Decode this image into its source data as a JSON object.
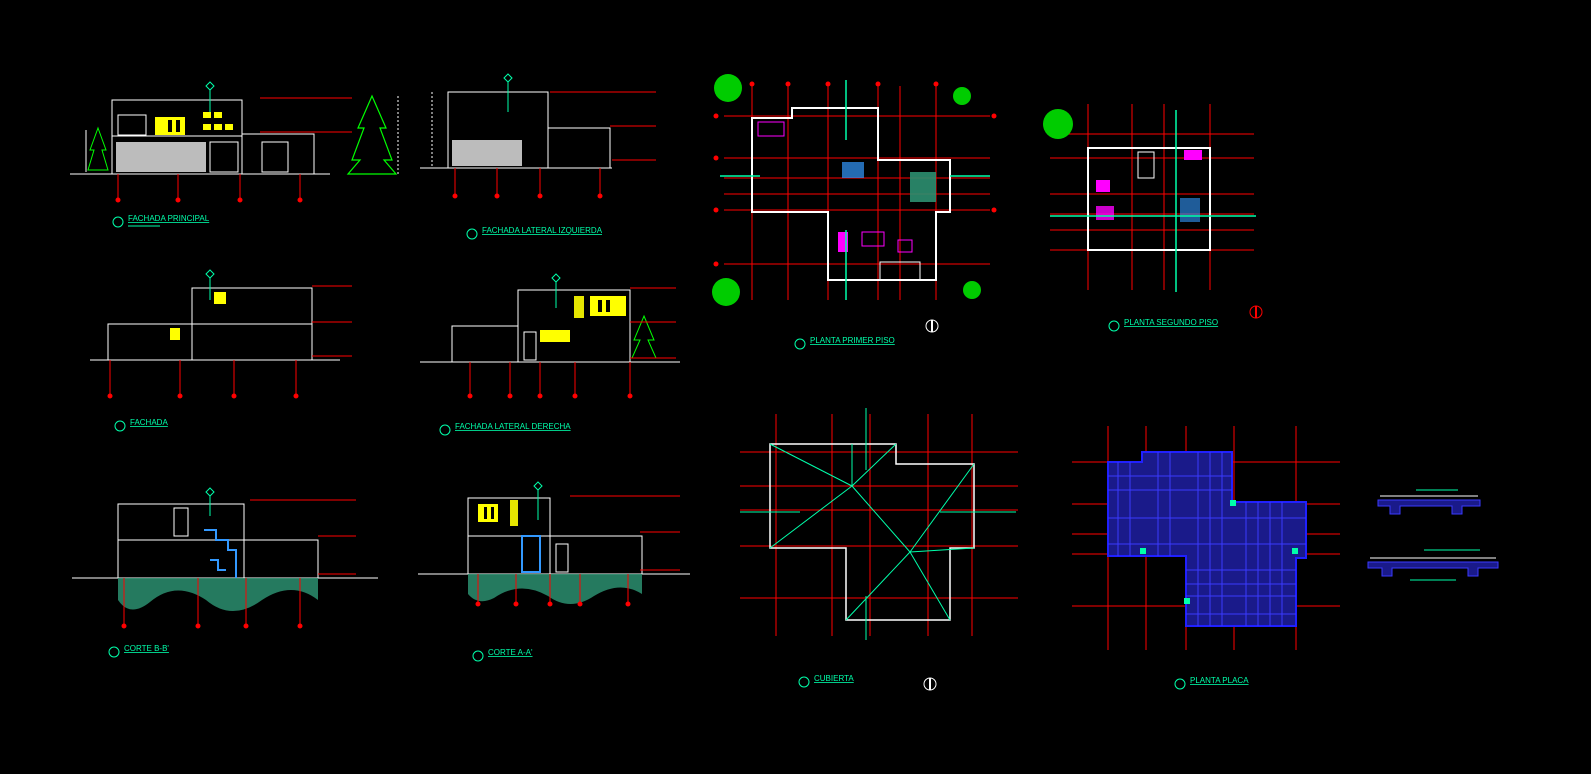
{
  "drawing": {
    "background": "#000000",
    "colors": {
      "wall": "#ffffff",
      "axis": "#ff0000",
      "accent": "#00ffaa",
      "window": "#ffff00",
      "furniture": "#ff00ff",
      "structure": "#2020ff",
      "vegetation": "#00ff00",
      "stair": "#3399ff"
    }
  },
  "views": {
    "fachada_principal": "FACHADA PRINCIPAL",
    "fachada_lateral_izquierda": "FACHADA LATERAL IZQUIERDA",
    "fachada": "FACHADA",
    "fachada_lateral_derecha": "FACHADA LATERAL DERECHA",
    "corte_bb": "CORTE B-B'",
    "corte_aa": "CORTE A-A'",
    "planta_primer_piso": "PLANTA PRIMER PISO",
    "planta_segundo_piso": "PLANTA SEGUNDO PISO",
    "cubierta": "CUBIERTA",
    "planta_placa": "PLANTA PLACA"
  }
}
